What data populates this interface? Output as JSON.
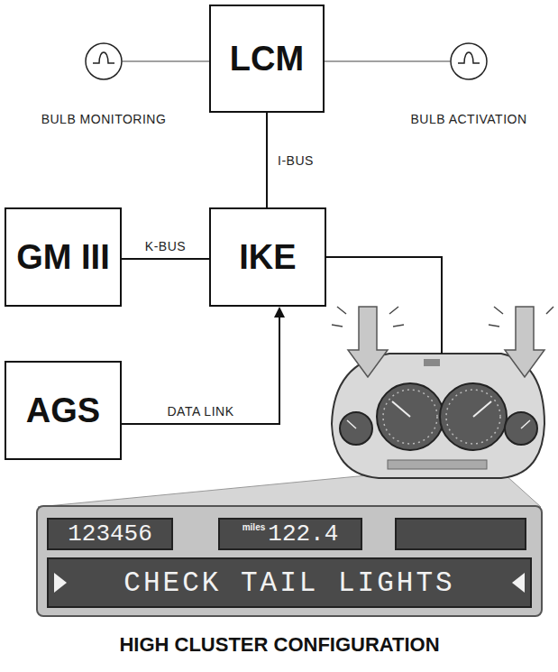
{
  "diagram": {
    "caption": "HIGH CLUSTER CONFIGURATION",
    "nodes": [
      {
        "text": [
          "LCM"
        ]
      },
      {
        "text": [
          "GM III"
        ]
      },
      {
        "text": [
          "IKE"
        ]
      },
      {
        "text": [
          "AGS"
        ]
      },
      {
        "text": [
          "CHECK TAIL LIGHTS"
        ]
      },
      {
        "text": [
          "123456"
        ],
        "in": 4
      },
      {
        "text": [
          "miles",
          "122.4"
        ],
        "in": 4
      }
    ],
    "edges": [
      {
        "from": 0,
        "to": 2,
        "label": "I-BUS",
        "arrow": "none"
      },
      {
        "from": 1,
        "to": 2,
        "label": "K-BUS",
        "arrow": "none"
      },
      {
        "from": 3,
        "to": 2,
        "label": "DATA LINK",
        "arrow": "to"
      }
    ],
    "labels": [
      "BULB MONITORING",
      "BULB ACTIVATION"
    ]
  }
}
